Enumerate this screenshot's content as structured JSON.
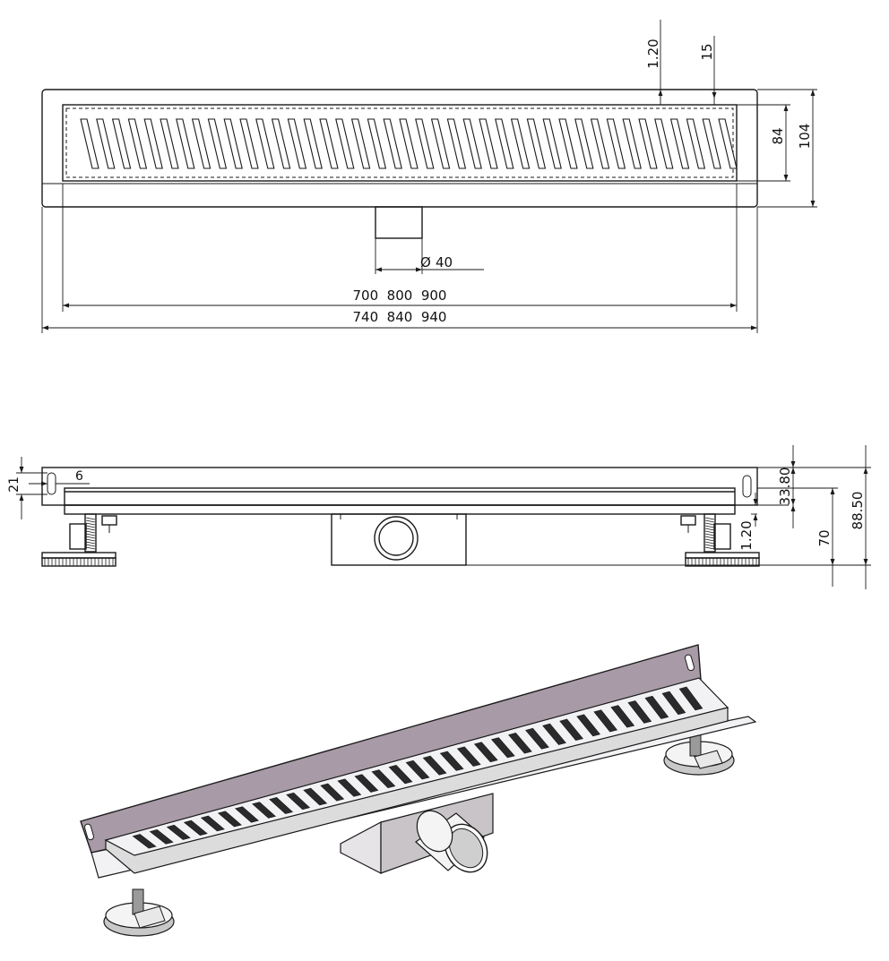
{
  "top_view": {
    "dim_lip": "1.20",
    "dim_edge": "15",
    "dim_inner_h": "84",
    "dim_outer_h": "104",
    "dim_pipe_symbol": "Ø",
    "dim_pipe": "40",
    "dim_inner_lengths": "700  800  900",
    "dim_outer_lengths": "740  840  940"
  },
  "side_view": {
    "dim_slot_h": "21",
    "dim_slot_offset": "6",
    "dim_flange": "33.80",
    "dim_lip": "1.20",
    "dim_body": "70",
    "dim_total": "88.50"
  },
  "colors": {
    "line": "#1a1a1a",
    "wall": "#a89aa6",
    "grate": "#f2f2f5",
    "body": "#d6d3d6"
  }
}
